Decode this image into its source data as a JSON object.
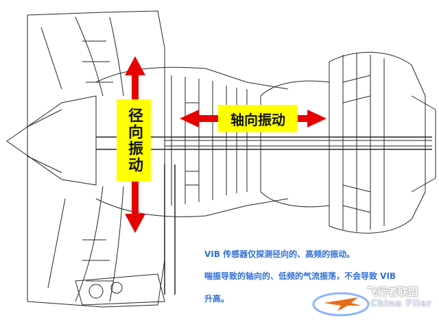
{
  "labels": {
    "radial": "径向振动",
    "axial": "轴向振动"
  },
  "caption": {
    "line1": "VIB 传感器仅探测径向的、高频的振动。",
    "line2": "喘振导致的轴向的、低频的气流振荡，不会导致 VIB",
    "line3": "升高。"
  },
  "watermark": {
    "title": "飞行者联盟",
    "subtitle": "China Flier"
  },
  "colors": {
    "arrow": "#e60000",
    "label_bg": "#ffff00",
    "caption_text": "#2e6fd6",
    "line_art": "#222222"
  }
}
